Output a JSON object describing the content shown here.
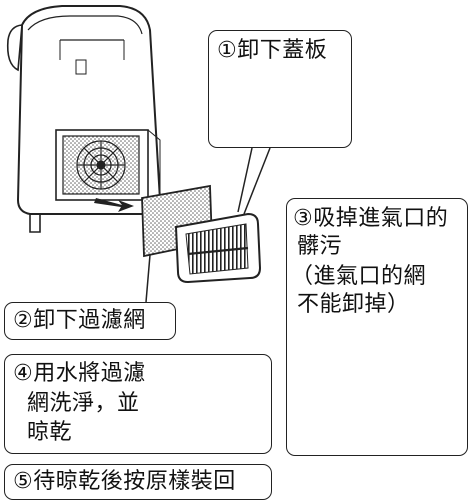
{
  "steps": {
    "step1": {
      "text": "①卸下蓋板"
    },
    "step2": {
      "text": "②卸下過濾網"
    },
    "step3": {
      "line1": "③吸掉進氣口的",
      "line2": "髒污",
      "line3": "（進氣口的網",
      "line4": "不能卸掉）"
    },
    "step4": {
      "line1": "④用水將過濾",
      "line2": "網洗淨，並",
      "line3": "晾乾"
    },
    "step5": {
      "text": "⑤待晾乾後按原樣裝回"
    }
  },
  "icons": [
    "dehumidifier-unit",
    "filter-sheet",
    "intake-cover",
    "wash-basin",
    "vacuum-nozzle",
    "arrow-right"
  ]
}
